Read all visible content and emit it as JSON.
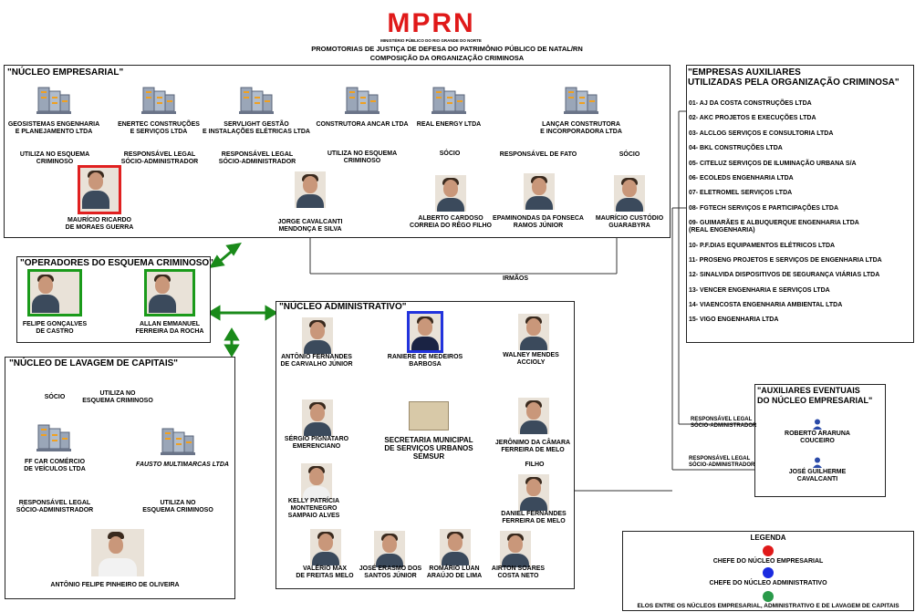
{
  "header": {
    "logo_text": "MPRN",
    "logo_sub": "MINISTÉRIO PÚBLICO DO RIO GRANDE DO NORTE",
    "line1": "PROMOTORIAS DE JUSTIÇA DE DEFESA DO PATRIMÔNIO PÚBLICO DE NATAL/RN",
    "line2": "COMPOSIÇÃO DA ORGANIZAÇÃO CRIMINOSA"
  },
  "nucleo_empresarial": {
    "title": "\"NÚCLEO EMPRESARIAL\"",
    "companies": [
      "GEOSISTEMAS ENGENHARIA\nE PLANEJAMENTO LTDA",
      "ENERTEC CONSTRUÇÕES\nE SERVIÇOS LTDA",
      "SERVLIGHT GESTÃO\nE INSTALAÇÕES ELÉTRICAS LTDA",
      "CONSTRUTORA ANCAR LTDA",
      "REAL ENERGY LTDA",
      "LANÇAR CONSTRUTORA\nE INCORPORADORA LTDA"
    ],
    "relations": [
      "UTILIZA NO ESQUEMA\nCRIMINOSO",
      "RESPONSÁVEL LEGAL\nSÓCIO-ADMINISTRADOR",
      "RESPONSÁVEL LEGAL\nSÓCIO-ADMINISTRADOR",
      "UTILIZA NO ESQUEMA\nCRIMINOSO",
      "SÓCIO",
      "RESPONSÁVEL DE FATO",
      "SÓCIO"
    ],
    "people": [
      "MAURÍCIO RICARDO\nDE MORAES GUERRA",
      "JORGE CAVALCANTI\nMENDONÇA E SILVA",
      "ALBERTO CARDOSO\nCORREIA DO RÊGO FILHO",
      "EPAMINONDAS DA FONSECA\nRAMOS JÚNIOR",
      "MAURÍCIO CUSTÓDIO\nGUARABYRA"
    ]
  },
  "operadores": {
    "title": "\"OPERADORES DO ESQUEMA CRIMINOSO\"",
    "people": [
      "FELIPE GONÇALVES\nDE CASTRO",
      "ALLAN EMMANUEL\nFERREIRA DA ROCHA"
    ]
  },
  "irmaos": "IRMÃOS",
  "lavagem": {
    "title": "\"NÚCLEO DE LAVAGEM DE CAPITAIS\"",
    "relations": [
      "SÓCIO",
      "UTILIZA NO\nESQUEMA CRIMINOSO",
      "RESPONSÁVEL LEGAL\nSÓCIO-ADMINISTRADOR",
      "UTILIZA NO\nESQUEMA CRIMINOSO"
    ],
    "companies": [
      "FF CAR COMÉRCIO\nDE VEÍCULOS LTDA",
      "FAUSTO MULTIMARCAS LTDA"
    ],
    "person": "ANTÔNIO FELIPE PINHEIRO DE OLIVEIRA"
  },
  "administrativo": {
    "title": "\"NÚCLEO ADMINISTRATIVO\"",
    "center": "SECRETARIA MUNICIPAL\nDE SERVIÇOS URBANOS\nSEMSUR",
    "filho": "FILHO",
    "people": [
      "ANTÔNIO FERNANDES\nDE CARVALHO JÚNIOR",
      "RANIERE DE MEDEIROS\nBARBOSA",
      "WALNEY MENDES\nACCIOLY",
      "SÉRGIO PIGNATARO\nEMERENCIANO",
      "JERÔNIMO DA CÂMARA\nFERREIRA DE MELO",
      "KELLY PATRÍCIA\nMONTENEGRO\nSAMPAIO ALVES",
      "DANIEL FERNANDES\nFERREIRA DE MELO",
      "VALÉRIO MAX\nDE FREITAS MELO",
      "JOSÉ ERASMO DOS\nSANTOS JÚNIOR",
      "ROMÁRIO LUAN\nARAÚJO DE LIMA",
      "AIRTON SOARES\nCOSTA NETO"
    ]
  },
  "auxiliares": {
    "title_line1": "\"EMPRESAS AUXILIARES",
    "title_line2": "UTILIZADAS PELA ORGANIZAÇÃO CRIMINOSA\"",
    "items": [
      "01- AJ DA COSTA CONSTRUÇÕES LTDA",
      "02- AKC PROJETOS E EXECUÇÕES LTDA",
      "03- ALCLOG SERVIÇOS E CONSULTORIA LTDA",
      "04- BKL CONSTRUÇÕES LTDA",
      "05- CITELUZ SERVIÇOS DE ILUMINAÇÃO URBANA S/A",
      "06- ECOLEDS ENGENHARIA LTDA",
      "07- ELETROMEL SERVIÇOS LTDA",
      "08- FGTECH SERVIÇOS E PARTICIPAÇÕES LTDA",
      "09- GUIMARÃES E ALBUQUERQUE ENGENHARIA LTDA\n(REAL ENGENHARIA)",
      "10- P.F.DIAS EQUIPAMENTOS ELÉTRICOS LTDA",
      "11- PROSENG PROJETOS E SERVIÇOS DE ENGENHARIA LTDA",
      "12- SINALVIDA DISPOSITIVOS DE SEGURANÇA VIÁRIAS LTDA",
      "13- VENCER ENGENHARIA E SERVIÇOS LTDA",
      "14- VIAENCOSTA ENGENHARIA AMBIENTAL LTDA",
      "15- VIGO ENGENHARIA LTDA"
    ]
  },
  "eventuais": {
    "title_line1": "\"AUXILIARES EVENTUAIS",
    "title_line2": "DO NÚCLEO EMPRESARIAL\"",
    "relations": [
      "RESPONSÁVEL LEGAL\nSÓCIO-ADMINISTRADOR",
      "RESPONSÁVEL LEGAL\nSÓCIO-ADMINISTRADOR"
    ],
    "people": [
      "ROBERTO ARARUNA\nCOUCEIRO",
      "JOSÉ GUILHERME\nCAVALCANTI"
    ]
  },
  "legenda": {
    "title": "LEGENDA",
    "items": [
      "CHEFE DO NÚCLEO EMPRESARIAL",
      "CHEFE DO NÚCLEO ADMINISTRATIVO",
      "ELOS ENTRE OS NÚCLEOS EMPRESARIAL, ADMINISTRATIVO E DE LAVAGEM DE CAPITAIS"
    ],
    "colors": [
      "#e01919",
      "#1a2be0",
      "#2a9a4a"
    ]
  }
}
